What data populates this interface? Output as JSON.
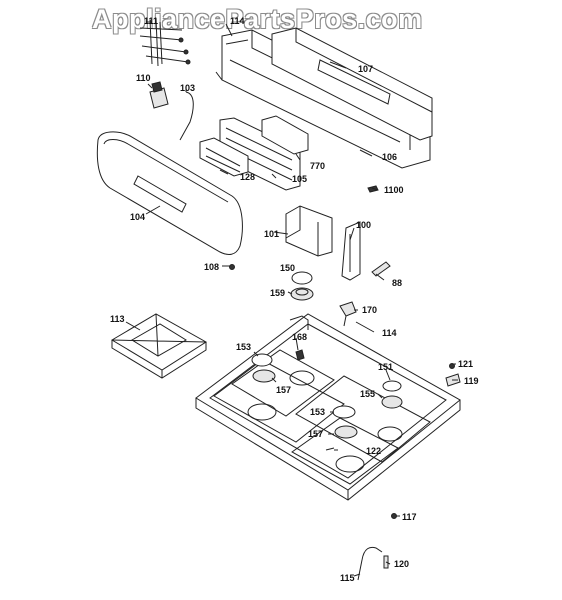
{
  "watermark": "AppliancePartsPros.com",
  "labels": {
    "l111": "111",
    "l114": "114",
    "l107": "107",
    "l110": "110",
    "l103": "103",
    "l106": "106",
    "l770": "770",
    "l128": "128",
    "l105": "105",
    "l1100": "1100",
    "l104": "104",
    "l101": "101",
    "l100": "100",
    "l108": "108",
    "l150": "150",
    "l88": "88",
    "l159": "159",
    "l170": "170",
    "l113": "113",
    "l168": "168",
    "l114b": "114",
    "l153a": "153",
    "l151": "151",
    "l121": "121",
    "l157a": "157",
    "l119": "119",
    "l155": "155",
    "l153b": "153",
    "l157b": "157",
    "l122": "122",
    "l117": "117",
    "l120": "120",
    "l115": "115"
  }
}
